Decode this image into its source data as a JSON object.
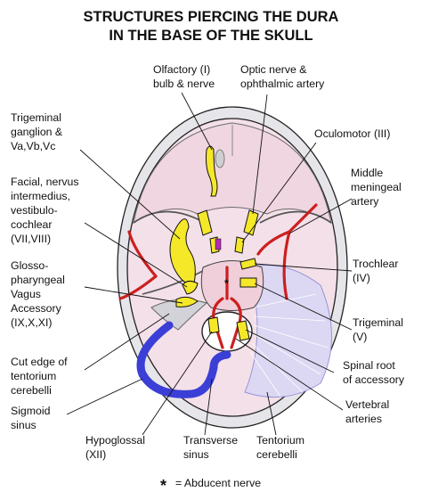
{
  "title": {
    "line1": "STRUCTURES PIERCING THE DURA",
    "line2": "IN THE BASE OF THE SKULL"
  },
  "labels": {
    "olfactory": [
      "Olfactory (I)",
      "bulb & nerve"
    ],
    "optic": [
      "Optic nerve &",
      "ophthalmic artery"
    ],
    "oculomotor": [
      "Oculomotor (III)"
    ],
    "trigeminal_ganglion": [
      "Trigeminal",
      "ganglion &",
      "Va,Vb,Vc"
    ],
    "middle_meningeal": [
      "Middle",
      "meningeal",
      "artery"
    ],
    "facial": [
      "Facial, nervus",
      "intermedius,",
      "vestibulo-",
      "cochlear",
      "(VII,VIII)"
    ],
    "glosso": [
      "Glosso-",
      "pharyngeal",
      "Vagus",
      "Accessory",
      "(IX,X,XI)"
    ],
    "trochlear": [
      "Trochlear",
      "(IV)"
    ],
    "trigeminal": [
      "Trigeminal",
      "(V)"
    ],
    "cut_edge": [
      "Cut edge of",
      "tentorium",
      "cerebelli"
    ],
    "spinal_root": [
      "Spinal root",
      "of accessory"
    ],
    "sigmoid": [
      "Sigmoid",
      "sinus"
    ],
    "vertebral": [
      "Vertebral",
      "arteries"
    ],
    "hypoglossal": [
      "Hypoglossal",
      "(XII)"
    ],
    "transverse": [
      "Transverse",
      "sinus"
    ],
    "tentorium": [
      "Tentorium",
      "cerebelli"
    ]
  },
  "footnote": {
    "symbol": "*",
    "text": "= Abducent nerve"
  },
  "colors": {
    "skull_outer": "#e6e6ea",
    "skull_inner": "#f4e0e8",
    "nerve": "#f5e829",
    "artery": "#cc1f1f",
    "sinus": "#3b3fd6",
    "tentorium": "#c9c6ec"
  }
}
